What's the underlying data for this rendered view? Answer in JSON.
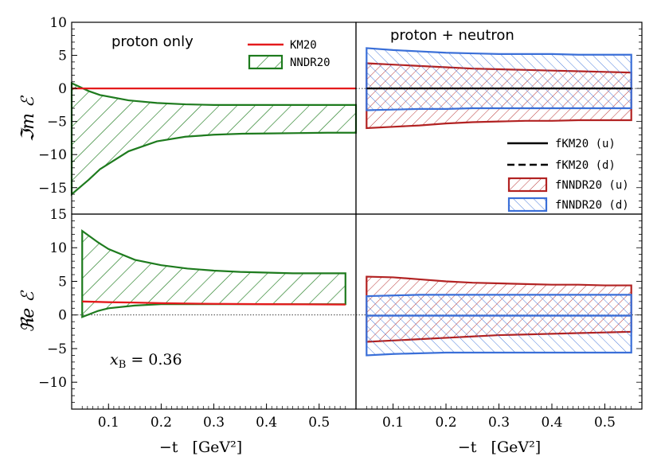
{
  "colors": {
    "green": "#1e7b1e",
    "red": "#e41a1c",
    "darkred": "#b22222",
    "blue": "#3a6fd8",
    "black": "#000000"
  },
  "chart_data": [
    {
      "id": "top-left",
      "type": "area",
      "annotation": "proton only",
      "ylabel": "ℑm ℰ",
      "xlim": [
        0.05,
        0.55
      ],
      "ylim": [
        -19,
        10
      ],
      "yticks": [
        -15,
        -10,
        -5,
        0,
        5,
        10
      ],
      "legend": {
        "placement": "top-right",
        "entries": [
          {
            "label": "KM20",
            "kind": "line",
            "color": "#e41a1c"
          },
          {
            "label": "NNDR20",
            "kind": "hatch",
            "color": "#1e7b1e"
          }
        ]
      },
      "series": [
        {
          "name": "KM20",
          "kind": "line",
          "color": "#e41a1c",
          "x": [
            0.05,
            0.55
          ],
          "y": [
            0,
            0
          ]
        },
        {
          "name": "NNDR20",
          "kind": "band",
          "color": "#1e7b1e",
          "x": [
            0.05,
            0.08,
            0.1,
            0.15,
            0.2,
            0.25,
            0.3,
            0.35,
            0.4,
            0.45,
            0.5,
            0.55
          ],
          "upper": [
            0.8,
            -0.4,
            -1.0,
            -1.8,
            -2.2,
            -2.4,
            -2.5,
            -2.5,
            -2.5,
            -2.5,
            -2.5,
            -2.5
          ],
          "lower": [
            -16.0,
            -13.8,
            -12.2,
            -9.5,
            -8.0,
            -7.3,
            -7.0,
            -6.85,
            -6.8,
            -6.75,
            -6.7,
            -6.7
          ]
        }
      ]
    },
    {
      "id": "top-right",
      "type": "area",
      "annotation": "proton + neutron",
      "xlim": [
        0.03,
        0.57
      ],
      "ylim": [
        -19,
        10
      ],
      "legend": {
        "placement": "bottom-right",
        "entries": [
          {
            "label": "fKM20 (u)",
            "kind": "line",
            "color": "#000000",
            "dash": false
          },
          {
            "label": "fKM20 (d)",
            "kind": "line",
            "color": "#000000",
            "dash": true
          },
          {
            "label": "fNNDR20 (u)",
            "kind": "hatch",
            "color": "#b22222"
          },
          {
            "label": "fNNDR20 (d)",
            "kind": "hatch",
            "color": "#3a6fd8"
          }
        ]
      },
      "series": [
        {
          "name": "fKM20 (u)",
          "kind": "line",
          "color": "#000000",
          "x": [
            0.05,
            0.55
          ],
          "y": [
            0,
            0
          ]
        },
        {
          "name": "fNNDR20 (u)",
          "kind": "band",
          "color": "#b22222",
          "x": [
            0.05,
            0.1,
            0.15,
            0.2,
            0.25,
            0.3,
            0.35,
            0.4,
            0.45,
            0.5,
            0.55
          ],
          "upper": [
            3.8,
            3.6,
            3.4,
            3.2,
            3.0,
            2.9,
            2.8,
            2.7,
            2.6,
            2.5,
            2.4
          ],
          "lower": [
            -6.0,
            -5.8,
            -5.6,
            -5.3,
            -5.1,
            -5.0,
            -4.9,
            -4.9,
            -4.8,
            -4.8,
            -4.8
          ]
        },
        {
          "name": "fNNDR20 (d)",
          "kind": "band",
          "color": "#3a6fd8",
          "x": [
            0.05,
            0.1,
            0.15,
            0.2,
            0.25,
            0.3,
            0.35,
            0.4,
            0.45,
            0.5,
            0.55
          ],
          "upper": [
            6.1,
            5.8,
            5.6,
            5.4,
            5.3,
            5.2,
            5.2,
            5.2,
            5.1,
            5.1,
            5.1
          ],
          "lower": [
            -3.3,
            -3.2,
            -3.1,
            -3.1,
            -3.0,
            -3.0,
            -3.0,
            -3.0,
            -3.0,
            -3.0,
            -3.0
          ]
        }
      ]
    },
    {
      "id": "bottom-left",
      "type": "area",
      "ylabel": "ℜe ℰ",
      "xlabel": "−t   [GeV²]",
      "annotation": "x_B = 0.36",
      "xlim": [
        0.03,
        0.57
      ],
      "ylim": [
        -14,
        15
      ],
      "xticks": [
        0.1,
        0.2,
        0.3,
        0.4,
        0.5
      ],
      "yticks": [
        -10,
        -5,
        0,
        5,
        10,
        15
      ],
      "series": [
        {
          "name": "KM20",
          "kind": "line",
          "color": "#e41a1c",
          "x": [
            0.05,
            0.1,
            0.15,
            0.2,
            0.25,
            0.3,
            0.4,
            0.55
          ],
          "y": [
            2.0,
            1.9,
            1.85,
            1.75,
            1.7,
            1.65,
            1.6,
            1.55
          ]
        },
        {
          "name": "NNDR20",
          "kind": "band",
          "color": "#1e7b1e",
          "x": [
            0.05,
            0.08,
            0.1,
            0.15,
            0.2,
            0.25,
            0.3,
            0.35,
            0.4,
            0.45,
            0.5,
            0.55
          ],
          "upper": [
            12.5,
            10.8,
            9.8,
            8.2,
            7.4,
            6.9,
            6.6,
            6.4,
            6.3,
            6.2,
            6.2,
            6.2
          ],
          "lower": [
            -0.3,
            0.6,
            1.0,
            1.4,
            1.6,
            1.6,
            1.6,
            1.6,
            1.6,
            1.6,
            1.6,
            1.6
          ]
        }
      ]
    },
    {
      "id": "bottom-right",
      "type": "area",
      "xlabel": "−t   [GeV²]",
      "xlim": [
        0.03,
        0.57
      ],
      "ylim": [
        -14,
        15
      ],
      "xticks": [
        0.1,
        0.2,
        0.3,
        0.4,
        0.5
      ],
      "series": [
        {
          "name": "fNNDR20 (u)",
          "kind": "band",
          "color": "#b22222",
          "x": [
            0.05,
            0.1,
            0.15,
            0.2,
            0.25,
            0.3,
            0.35,
            0.4,
            0.45,
            0.5,
            0.55
          ],
          "upper": [
            5.7,
            5.6,
            5.3,
            5.0,
            4.8,
            4.7,
            4.6,
            4.5,
            4.5,
            4.4,
            4.4
          ],
          "lower": [
            -4.0,
            -3.8,
            -3.6,
            -3.4,
            -3.2,
            -3.0,
            -2.9,
            -2.8,
            -2.7,
            -2.6,
            -2.5
          ]
        },
        {
          "name": "fNNDR20 (d)",
          "kind": "band",
          "color": "#3a6fd8",
          "x": [
            0.05,
            0.1,
            0.15,
            0.2,
            0.25,
            0.3,
            0.35,
            0.4,
            0.45,
            0.5,
            0.55
          ],
          "upper": [
            2.8,
            2.9,
            3.0,
            3.0,
            3.0,
            3.0,
            3.0,
            3.0,
            3.0,
            3.0,
            3.0
          ],
          "lower": [
            -6.0,
            -5.8,
            -5.7,
            -5.6,
            -5.6,
            -5.6,
            -5.6,
            -5.6,
            -5.6,
            -5.6,
            -5.6
          ]
        },
        {
          "name": "fKM20",
          "kind": "line",
          "color": "#3a6fd8",
          "x": [
            0.05,
            0.55
          ],
          "y": [
            -0.1,
            -0.1
          ]
        }
      ]
    }
  ]
}
